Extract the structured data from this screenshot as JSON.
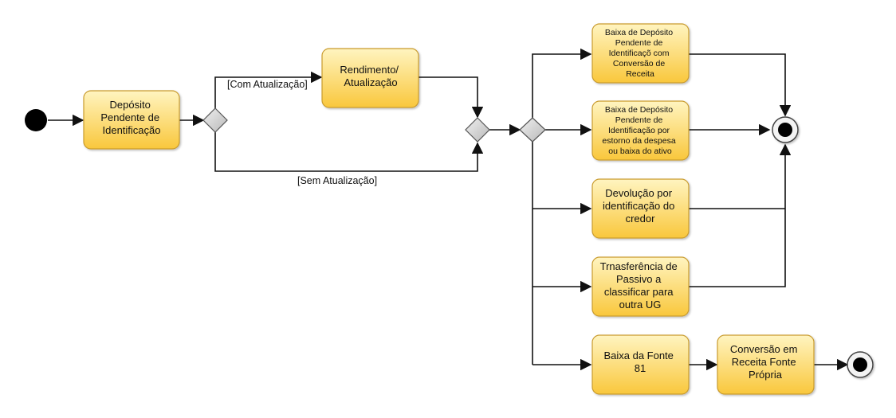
{
  "diagram": {
    "nodes": {
      "deposito": [
        "Depósito",
        "Pendente de",
        "Identificação"
      ],
      "rendimento": [
        "Rendimento/",
        "Atualização"
      ],
      "baixa_conversao": [
        "Baixa de Depósito",
        "Pendente de",
        "Identificaçõ com",
        "Conversão de",
        "Receita"
      ],
      "baixa_estorno": [
        "Baixa de Depósito",
        "Pendente de",
        "Identificação por",
        "estorno da despesa",
        "ou baixa do ativo"
      ],
      "devolucao": [
        "Devolução por",
        "identificação do",
        "credor"
      ],
      "transferencia": [
        "Trnasferência de",
        "Passivo a",
        "classificar para",
        "outra UG"
      ],
      "baixa_fonte": [
        "Baixa da Fonte",
        "81"
      ],
      "conversao_fonte": [
        "Conversão em",
        "Receita Fonte",
        "Própria"
      ]
    },
    "edge_labels": {
      "com_atualizacao": "[Com Atualização]",
      "sem_atualizacao": "[Sem Atualização]"
    },
    "colors": {
      "node_fill_top": "#fff3b8",
      "node_fill_bottom": "#f8c63a",
      "node_stroke": "#c69a2b",
      "decision_fill": "#d4d4d4",
      "line": "#111111"
    }
  }
}
